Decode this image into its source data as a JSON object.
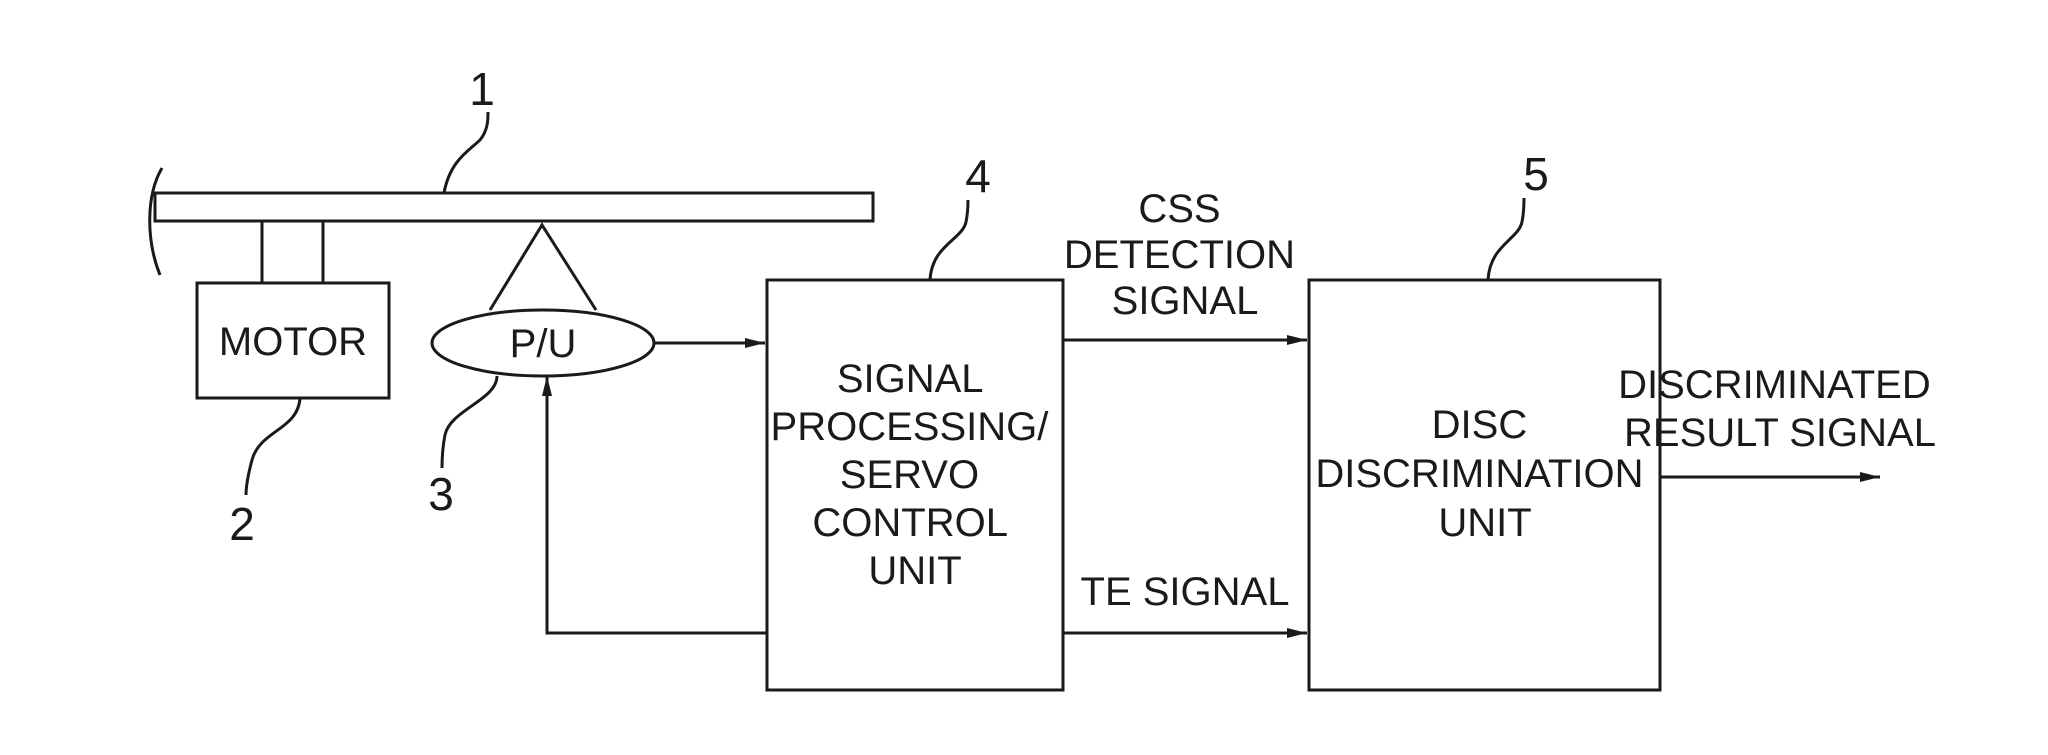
{
  "components": {
    "motor": {
      "label": "MOTOR",
      "ref": "2"
    },
    "pickup": {
      "label": "P/U",
      "ref": "3"
    },
    "disc": {
      "ref": "1"
    },
    "signal_unit": {
      "lines": [
        "SIGNAL",
        "PROCESSING/",
        "SERVO",
        "CONTROL",
        "UNIT"
      ],
      "ref": "4"
    },
    "discrimination_unit": {
      "lines": [
        "DISC",
        "DISCRIMINATION",
        "UNIT"
      ],
      "ref": "5"
    }
  },
  "signals": {
    "css": [
      "CSS",
      "DETECTION",
      "SIGNAL"
    ],
    "te": "TE SIGNAL",
    "result": [
      "DISCRIMINATED",
      "RESULT SIGNAL"
    ]
  }
}
